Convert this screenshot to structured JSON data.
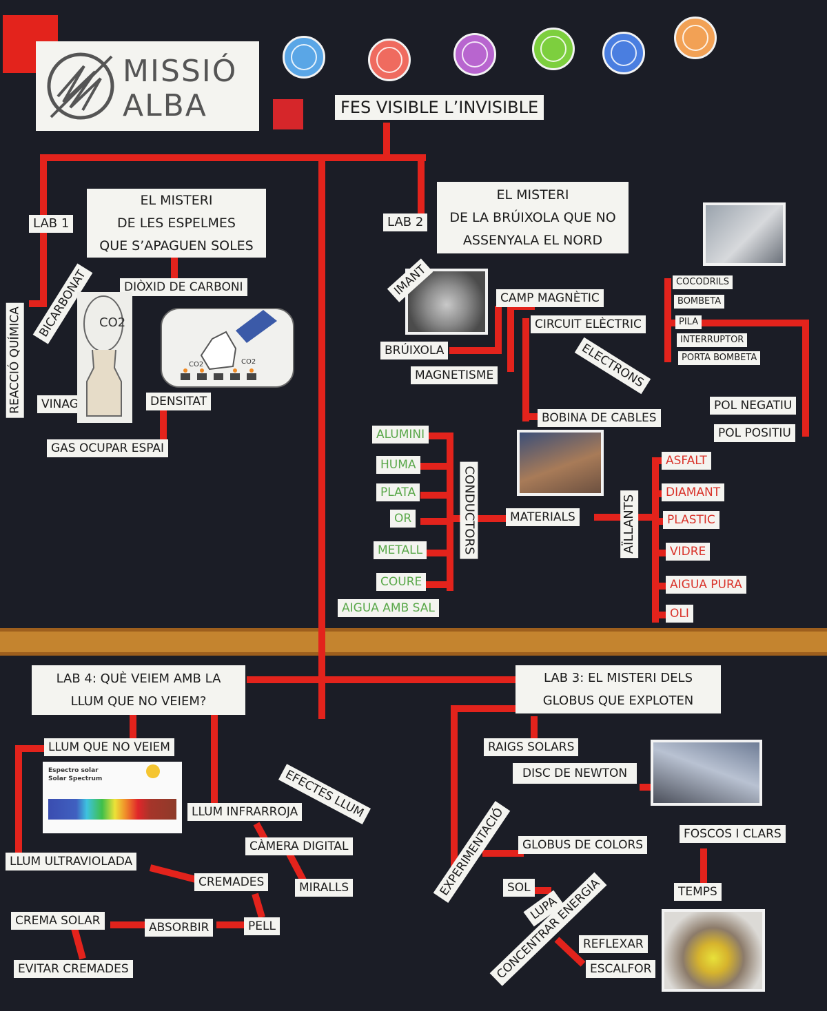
{
  "logo": {
    "line1": "MISSIÓ",
    "line2": "ALBA"
  },
  "main_title": "FES VISIBLE L’INVISIBLE",
  "colors": {
    "board": "#1b1d26",
    "tape": "#e3231c",
    "paper": "#f4f4f0",
    "conductor_text": "#5aa84a",
    "insulator_text": "#d9332a",
    "wood": "#b5742a",
    "badges": [
      "#5aa6e6",
      "#ef6b5f",
      "#b865cf",
      "#7dcf3e",
      "#4a7ee0",
      "#f2a155"
    ]
  },
  "lab1": {
    "tag": "LAB 1",
    "title": [
      "EL MISTERI",
      "DE LES ESPELMES",
      "QUE S’APAGUEN SOLES"
    ],
    "terms": {
      "reaccio": "REACCIÓ QUÍMICA",
      "bicarbonat": "BICARBONAT",
      "diox": "DIÒXID DE CARBONI",
      "vinagre": "VINAGRE",
      "densitat": "DENSITAT",
      "gas": "GAS  OCUPAR ESPAI"
    },
    "drawing": {
      "bottle_label": "CO2",
      "small1": "CO2",
      "small2": "CO2"
    }
  },
  "lab2": {
    "tag": "LAB 2",
    "title": [
      "EL MISTERI",
      "DE LA BRÚIXOLA QUE NO",
      "ASSENYALA EL NORD"
    ],
    "terms": {
      "imant": "IMANT",
      "camp": "CAMP MAGNÈTIC",
      "circuit": "CIRCUIT ELÈCTRIC",
      "bruixola": "BRÚIXOLA",
      "magnetisme": "MAGNETISME",
      "electrons": "ELECTRONS",
      "bobina": "BOBINA DE CABLES",
      "cocodrils": "COCODRILS",
      "bombeta": "BOMBETA",
      "pila": "PILA",
      "interruptor": "INTERRUPTOR",
      "portabombeta": "PORTA BOMBETA",
      "pol_negatiu": "POL NEGATIU",
      "pol_positiu": "POL POSITIU",
      "materials": "MATERIALS",
      "conductors": "CONDUCTORS",
      "aillants": "AÏLLANTS"
    },
    "conductors_list": [
      "ALUMINI",
      "HUMA",
      "PLATA",
      "OR",
      "METALL",
      "COURE",
      "AIGUA AMB SAL"
    ],
    "insulators_list": [
      "ASFALT",
      "DIAMANT",
      "PLASTIC",
      "VIDRE",
      "AIGUA PURA",
      "OLI"
    ]
  },
  "lab3": {
    "title": [
      "LAB 3: EL MISTERI DELS",
      "GLOBUS QUE EXPLOTEN"
    ],
    "terms": {
      "raigs": "RAIGS SOLARS",
      "disc": "DISC DE NEWTON",
      "experimentacio": "EXPERIMENTACIÓ",
      "globus": "GLOBUS DE COLORS",
      "foscos": "FOSCOS I CLARS",
      "sol": "SOL",
      "lupa": "LUPA",
      "concentrar": "CONCENTRAR ENERGIA",
      "temps": "TEMPS",
      "reflexar": "REFLEXAR",
      "escalfor": "ESCALFOR"
    }
  },
  "lab4": {
    "title": [
      "LAB 4: QUÈ VEIEM AMB LA",
      "LLUM QUE NO VEIEM?"
    ],
    "terms": {
      "llum_no": "LLUM QUE NO VEIEM",
      "efectes": "EFECTES LLUM",
      "infrarroja": "LLUM INFRARROJA",
      "camera": "CÀMERA DIGITAL",
      "miralls": "MIRALLS",
      "ultraviolada": "LLUM ULTRAVIOLADA",
      "cremades": "CREMADES",
      "crema": "CREMA SOLAR",
      "absorbir": "ABSORBIR",
      "pell": "PELL",
      "evitar": "EVITAR CREMADES"
    },
    "spectrum": {
      "title": "Espectro solar",
      "subtitle": "Solar Spectrum"
    }
  }
}
